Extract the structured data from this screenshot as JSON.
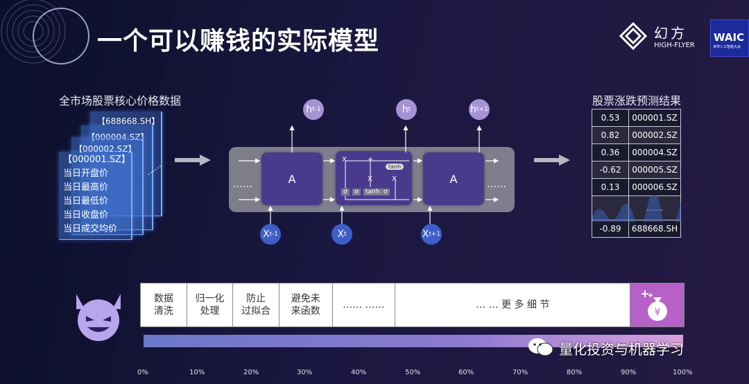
{
  "title": "一个可以赚钱的实际模型",
  "logo": {
    "brand_cn": "幻方",
    "brand_en": "HIGH-FLYER",
    "waic": "WAIC",
    "waic_sub": "世界人工智能大会"
  },
  "input_section": {
    "label": "全市场股票核心价格数据",
    "cards": [
      "【688668.SH】",
      "【000004.SZ】",
      "【000002.SZ】"
    ],
    "front_card": {
      "code": "【000001.SZ】",
      "fields": [
        "当日开盘价",
        "当日最高价",
        "当日最低价",
        "当日收盘价",
        "当日成交均价"
      ]
    },
    "ellipsis": "……"
  },
  "lstm": {
    "cell_label": "A",
    "ellipsis_left": "……",
    "ellipsis_right": "……",
    "h_prev": "h",
    "h_prev_sub": "t-1",
    "h_cur": "h",
    "h_cur_sub": "t",
    "h_next": "h",
    "h_next_sub": "t+1",
    "x_prev": "X",
    "x_prev_sub": "t-1",
    "x_cur": "X",
    "x_cur_sub": "t",
    "x_next": "X",
    "x_next_sub": "t+1",
    "gates": [
      "σ",
      "σ",
      "tanh",
      "σ"
    ],
    "ops": [
      "X",
      "+",
      "X",
      "X"
    ],
    "tanh_label": "tanh"
  },
  "output_section": {
    "label": "股票涨跌预测结果",
    "rows": [
      {
        "value": "0.53",
        "code": "000001.SZ"
      },
      {
        "value": "0.82",
        "code": "000002.SZ"
      },
      {
        "value": "0.36",
        "code": "000004.SZ"
      },
      {
        "value": "-0.62",
        "code": "000005.SZ"
      },
      {
        "value": "0.13",
        "code": "000006.SZ"
      },
      {
        "value": "",
        "code": "……"
      },
      {
        "value": "-0.89",
        "code": "688668.SH"
      }
    ]
  },
  "pipeline": {
    "steps": [
      "数据\n清洗",
      "归一化\n处理",
      "防止\n过拟合",
      "避免未\n来函数",
      "…… ……",
      "… … 更 多 细 节"
    ],
    "money_icon": "money-bag-icon"
  },
  "progress_ticks": [
    "0%",
    "10%",
    "20%",
    "30%",
    "40%",
    "50%",
    "60%",
    "70%",
    "80%",
    "90%",
    "100%"
  ],
  "watermark": "量化投资与机器学习",
  "colors": {
    "accent_purple": "#b660c8",
    "lstm_cell": "#4a3a8e",
    "x_node": "#3e5ec8",
    "h_node": "#a693d6"
  }
}
